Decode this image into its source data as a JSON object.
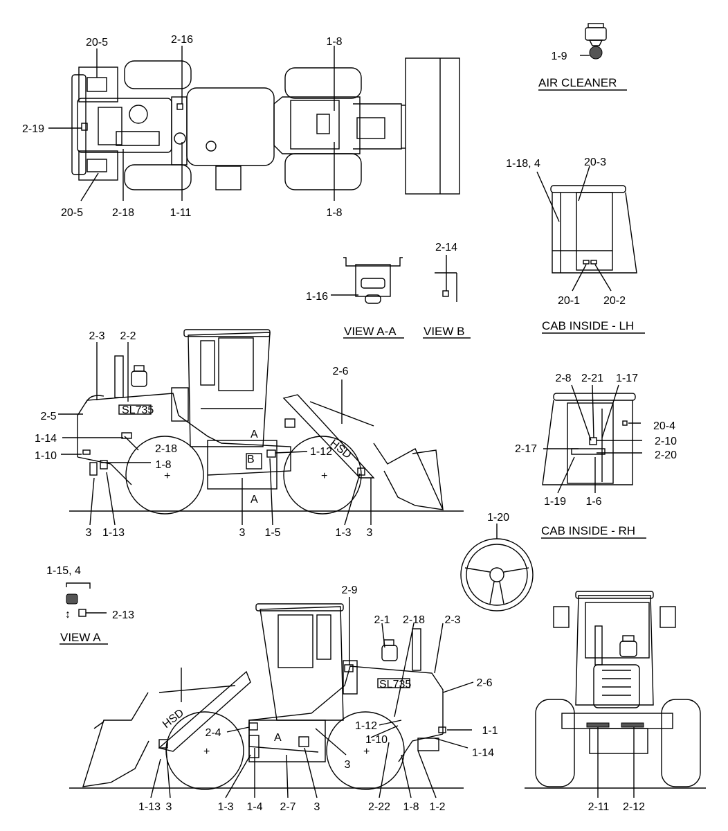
{
  "views": {
    "air_cleaner": "AIR CLEANER",
    "cab_inside_lh": "CAB INSIDE - LH",
    "cab_inside_rh": "CAB INSIDE - RH",
    "view_a_a": "VIEW A-A",
    "view_b": "VIEW B",
    "view_a": "VIEW A"
  },
  "machine_marks": {
    "model": "SL735",
    "brand": "HSD",
    "section_a": "A",
    "section_b": "B"
  },
  "callouts": [
    "20-5",
    "2-16",
    "1-8",
    "2-19",
    "20-5",
    "2-18",
    "1-11",
    "1-8",
    "1-9",
    "1-18, 4",
    "20-3",
    "20-1",
    "20-2",
    "1-16",
    "2-14",
    "2-3",
    "2-2",
    "2-6",
    "2-5",
    "1-14",
    "2-18",
    "1-10",
    "1-8",
    "1-12",
    "3",
    "1-13",
    "3",
    "1-5",
    "1-3",
    "3",
    "2-8",
    "2-21",
    "1-17",
    "20-4",
    "2-17",
    "2-10",
    "2-20",
    "1-19",
    "1-6",
    "1-20",
    "1-15, 4",
    "2-13",
    "2-9",
    "2-1",
    "2-18",
    "2-3",
    "2-6",
    "2-4",
    "1-12",
    "1-1",
    "1-10",
    "1-14",
    "3",
    "1-13",
    "3",
    "1-3",
    "1-4",
    "2-7",
    "3",
    "2-22",
    "1-8",
    "1-2",
    "2-11",
    "2-12",
    "2-12"
  ]
}
